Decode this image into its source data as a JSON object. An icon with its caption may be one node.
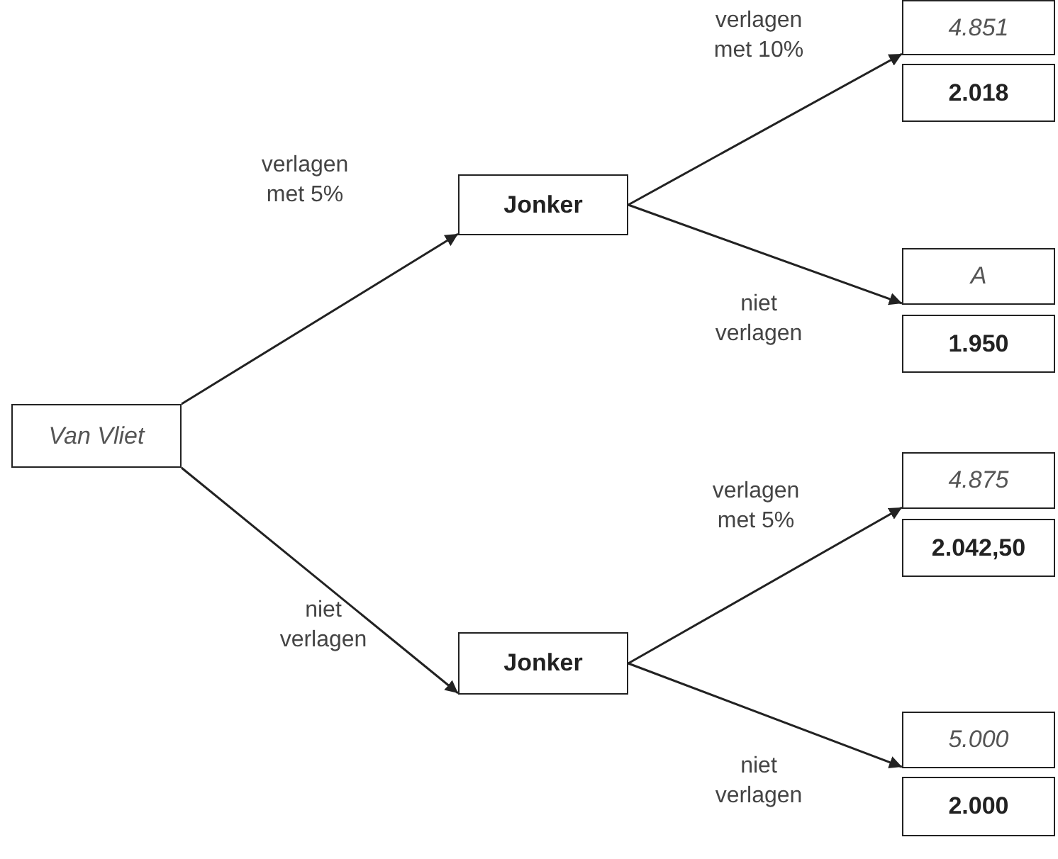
{
  "diagram": {
    "nodes": [
      {
        "text": [
          "Van Vliet"
        ]
      },
      {
        "text": [
          "Jonker"
        ]
      },
      {
        "text": [
          "4.851"
        ]
      },
      {
        "text": [
          "2.018"
        ]
      },
      {
        "text": [
          "A"
        ]
      },
      {
        "text": [
          "1.950"
        ]
      },
      {
        "text": [
          "Jonker"
        ]
      },
      {
        "text": [
          "4.875"
        ]
      },
      {
        "text": [
          "2.042,50"
        ]
      },
      {
        "text": [
          "5.000"
        ]
      },
      {
        "text": [
          "2.000"
        ]
      }
    ],
    "edges": [
      {
        "from": 0,
        "to": 1,
        "arrow": "to",
        "label": "verlagen met 5%"
      },
      {
        "from": 0,
        "to": 6,
        "arrow": "to",
        "label": "niet verlagen"
      },
      {
        "from": 1,
        "to": 2,
        "arrow": "to",
        "label": "verlagen met 10%"
      },
      {
        "from": 1,
        "to": 4,
        "arrow": "to",
        "label": "niet verlagen"
      },
      {
        "from": 6,
        "to": 7,
        "arrow": "to",
        "label": "verlagen met 5%"
      },
      {
        "from": 6,
        "to": 9,
        "arrow": "to",
        "label": "niet verlagen"
      }
    ]
  }
}
